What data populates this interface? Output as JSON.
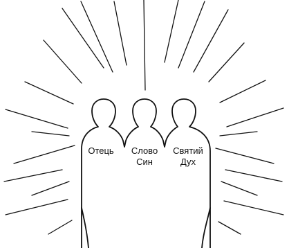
{
  "figures": [
    {
      "name": "Отець",
      "lines": [
        "Отець"
      ]
    },
    {
      "name": "Слово Син",
      "lines": [
        "Слово",
        "Син"
      ]
    },
    {
      "name": "Святий Дух",
      "lines": [
        "Святий",
        "Дух"
      ]
    }
  ],
  "colors": {
    "stroke": "#111111",
    "background": "#ffffff"
  }
}
